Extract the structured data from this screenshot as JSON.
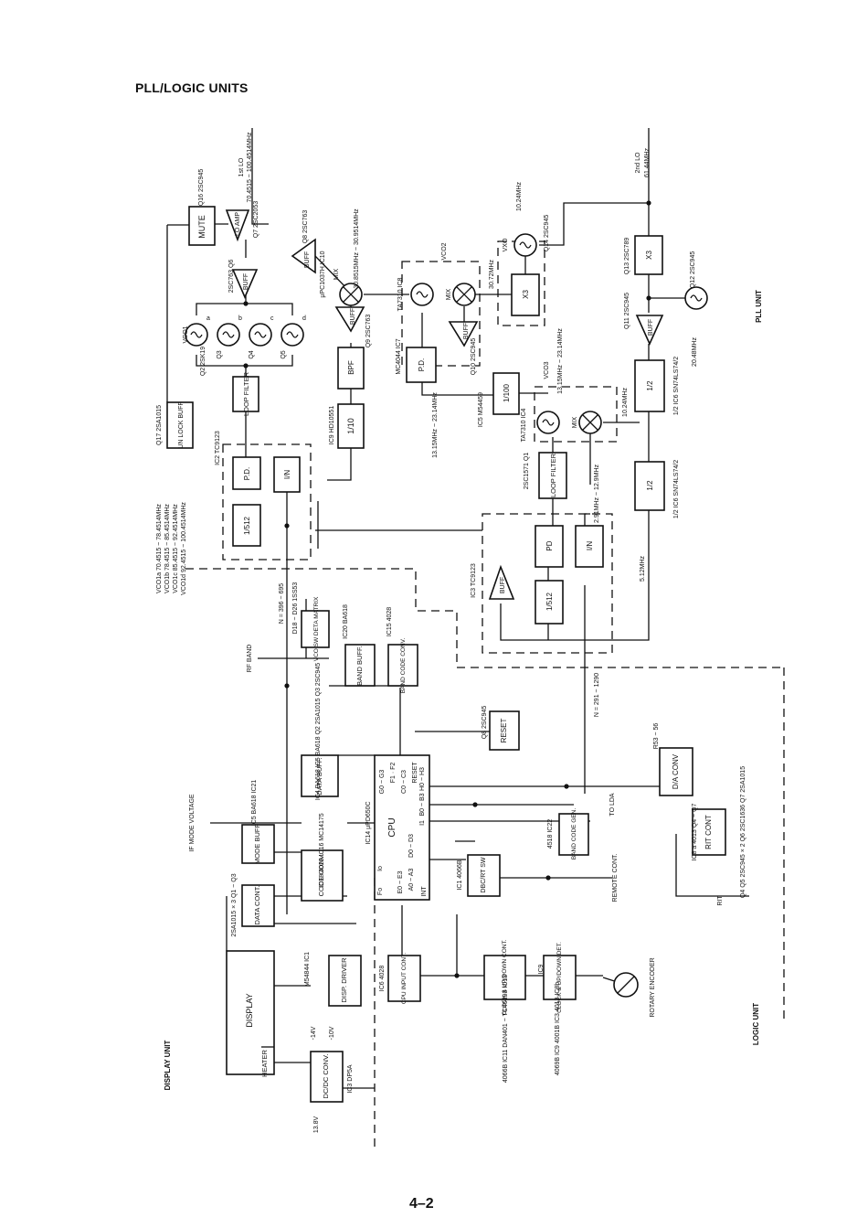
{
  "title": "PLL/LOGIC UNITS",
  "page_number": "4–2",
  "units": {
    "pll": "PLL UNIT",
    "logic": "LOGIC UNIT",
    "display": "DISPLAY UNIT"
  },
  "blocks": {
    "mute": "MUTE",
    "lo_amp": "LO AMP",
    "buff_q6": "BUFF",
    "buff_q8": "BUFF",
    "buff_q9": "BUFF",
    "buff_q10": "BUFF",
    "buff_q11": "BUFF",
    "buff_ic3": "BUFF",
    "mix_ic10": "MIX",
    "mix_vco2": "MIX",
    "mix_vco3": "MIX",
    "unlock": "UN LOCK BUFF",
    "loop_filter1": "LOOP FILTER",
    "loop_filter2": "LOOP FILTER",
    "pd1": "P.D.",
    "pd_ic7": "P.D.",
    "pd2": "PD",
    "in1": "I/N",
    "in2": "I/N",
    "div512_1": "1/512",
    "div512_2": "1/512",
    "div10": "1/10",
    "bpf": "BPF",
    "div100": "1/100",
    "x3_a": "X3",
    "x3_b": "X3",
    "half1": "1/2",
    "half2": "1/2",
    "vco_sw": "VCO SW DETA MATRIX",
    "band_buff": "BAND BUFF.",
    "band_code_conv": "BAND CODE CONV.",
    "data_buff": "DATA BUFF.",
    "reset": "RESET",
    "cpu": "CPU",
    "da_conv": "D/A CONV",
    "rit_cont": "RIT CONT",
    "band_code_gen": "BAND CODE GEN.",
    "dbc_rt": "DBC/RT SW",
    "mode_buff": "MODE BUFF",
    "code_conv": "CODE CONV.",
    "data_cont": "DATA CONT.",
    "display": "DISPLAY",
    "heater": "HEATER",
    "disp_driver": "DISP. DRIVER",
    "dcdc": "DC/DC CONV.",
    "cpu_input": "CPU INPUT CONT.",
    "clock_updown": "CLOCK & UP/DOWN CONT.",
    "clock_updown_det": "CLOCK & UP/DOWN DET."
  },
  "labels": {
    "first_lo": "1st LO",
    "first_lo_freq": "70.4515 ~ 100.4514MHz",
    "second_lo": "2nd LO",
    "second_lo_freq": "61.44MHz",
    "q16": "Q16 2SC945",
    "q7": "Q7 2SC2053",
    "q6": "2SC763 Q6",
    "q8": "Q8 2SC763",
    "ic10": "μPC1037H IC10",
    "ic10_freq": "30.8515MHz ~ 30.9514MHz",
    "vco2": "VCO2",
    "ic8": "TA7310 IC8",
    "freq_3072": "30.72MHz",
    "xtal_1024": "10.24MHz",
    "vxo": "VXO",
    "q14": "Q14 2SC945",
    "vco1": "VCO1",
    "q2": "Q2 2SK19",
    "q3": "Q3",
    "q4": "Q4",
    "q5": "Q5",
    "vco_a": "a",
    "vco_b": "b",
    "vco_c": "c",
    "vco_d": "d",
    "q9": "Q9 2SC763",
    "q10": "Q10 2SC945",
    "ic7": "MC4044 IC7",
    "q13": "Q13 2SC789",
    "q11": "Q11 2SC945",
    "q12": "Q12 2SC945",
    "xtal_2048": "20.48MHz",
    "q17": "Q17 2SA1015",
    "ic2": "IC2 TC9123",
    "ic9": "IC9 HD10551",
    "ic5": "IC5 M54459",
    "ic5_freq": "13.15MHz ~ 23.14MHz",
    "vco3": "VCO3",
    "vco3_freq": "13.15MHz ~ 23.14MHz",
    "ic4": "TA7310 IC4",
    "freq_1024b": "10.24MHz",
    "ic6a": "1/2 IC6 SN74LS74/2",
    "ic6b": "1/2 IC6 SN74LS74/2",
    "q1": "2SC1571 Q1",
    "freq_range_291": "2.91MHz ~ 12.9MHz",
    "freq_512": "5.12MHz",
    "ic3": "IC3 TC9123",
    "vco1a": "VCO1a  70.4515 ~  78.4514MHz",
    "vco1b": "VCO1b  78.4515 ~  85.4514MHz",
    "vco1c": "VCO1c  85.4515 ~  92.4514MHz",
    "vco1d": "VCO1d  92.4515 ~ 100.4514MHz",
    "n_396": "N = 396 ~ 695",
    "d18": "D18 ~ D26 1SS53",
    "ic20": "IC20 BA618",
    "ic15": "IC15 4028",
    "rf_band": "RF BAND",
    "n_291": "N = 291 ~ 1290",
    "ic4_logic": "IC4 BA618 IC5 BA618 Q2 2SA1015 Q3 2SC945",
    "q8_logic": "Q8 2SC945",
    "ic14": "IC14 μPD650C",
    "r53": "R53 ~ 56",
    "cpu_g": "G0 ~ G3",
    "cpu_f": "F1 · F2",
    "cpu_c": "C0 ~ C3",
    "cpu_reset": "RESET",
    "cpu_b": "B0 ~ B3",
    "cpu_h": "H0 ~ H3",
    "cpu_i": "I1",
    "cpu_d": "D0 ~ D3",
    "cpu_e": "E0 ~ E3",
    "cpu_a": "A0 ~ A3",
    "cpu_fo": "Fo",
    "cpu_io": "Io",
    "cpu_int": "INT",
    "to_lda": "TO LDA",
    "ic22": "4518 IC22",
    "ic1": "IC1 4066B",
    "remote": "REMOTE CONT.",
    "ic8_logic": "IC8 a 4013 Q4 ~ Q7",
    "q_list": "Q4  Q5 2SC945 × 2  Q6  2SC1636  Q7  2SA1015",
    "rit": "RIT",
    "if_mode": "IF MODE VOLTAGE",
    "ic5_21": "IC5 BA618 IC21",
    "ic18": "IC18 4028 IC16 MC14175",
    "q1_q3": "2SA1015 × 3 Q1 ~ Q3",
    "m54844": "M54844 IC1",
    "minus14": "-14V",
    "minus10": "-10V",
    "v138": "13.8V",
    "ic3_disp": "IC3 DP5A",
    "ic6_logic": "IC6 4028",
    "ic11": "4066B  IC11  DAN401  ~  TC40193 IC13",
    "ic9_logic": "4069B IC9 4001B IC3 4013 IC8b",
    "ic9b": "IC9",
    "rotary": "ROTARY ENCODER"
  }
}
